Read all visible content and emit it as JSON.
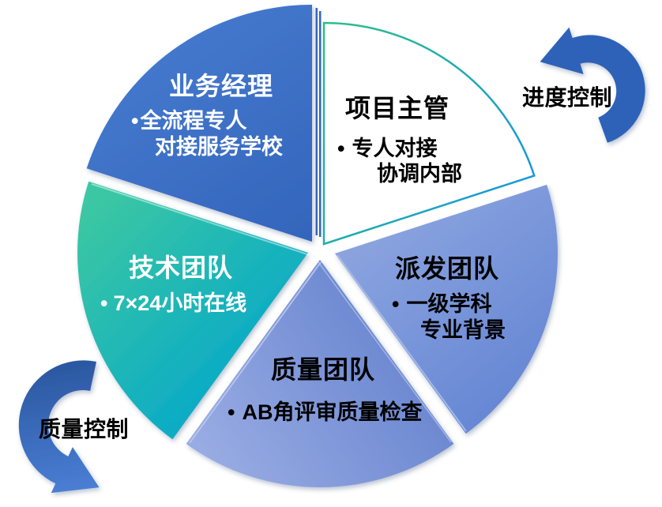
{
  "diagram": {
    "bullet_char": "•",
    "segments": [
      {
        "name": "业务经理",
        "lines": [
          "全流程专人",
          "对接服务学校"
        ],
        "color_from": "#4579CE",
        "color_to": "#3366BC",
        "text_color": "#FFFFFF"
      },
      {
        "name": "项目主管",
        "lines": [
          "专人对接",
          "协调内部"
        ],
        "fill": "#FFFFFF",
        "outline_from": "#2CBE87",
        "outline_to": "#1799D7",
        "text_color": "#000000"
      },
      {
        "name": "派发团队",
        "lines": [
          "一级学科",
          "专业背景"
        ],
        "color_from": "#8EA6E0",
        "color_to": "#6183D3",
        "text_color": "#000000"
      },
      {
        "name": "质量团队",
        "lines": [
          "AB角评审质量检查"
        ],
        "color_from": "#5E7DCB",
        "color_to": "#98ABE3",
        "text_color": "#000000"
      },
      {
        "name": "技术团队",
        "lines": [
          "7×24小时在线"
        ],
        "color_from": "#3BC7A3",
        "color_to": "#00A5CD",
        "text_color": "#FFFFFF"
      }
    ],
    "arrows": [
      {
        "label": "进度控制",
        "color": "#2E62B8"
      },
      {
        "label": "质量控制",
        "color_from": "#2A569F",
        "color_to": "#4C81D8"
      }
    ]
  }
}
